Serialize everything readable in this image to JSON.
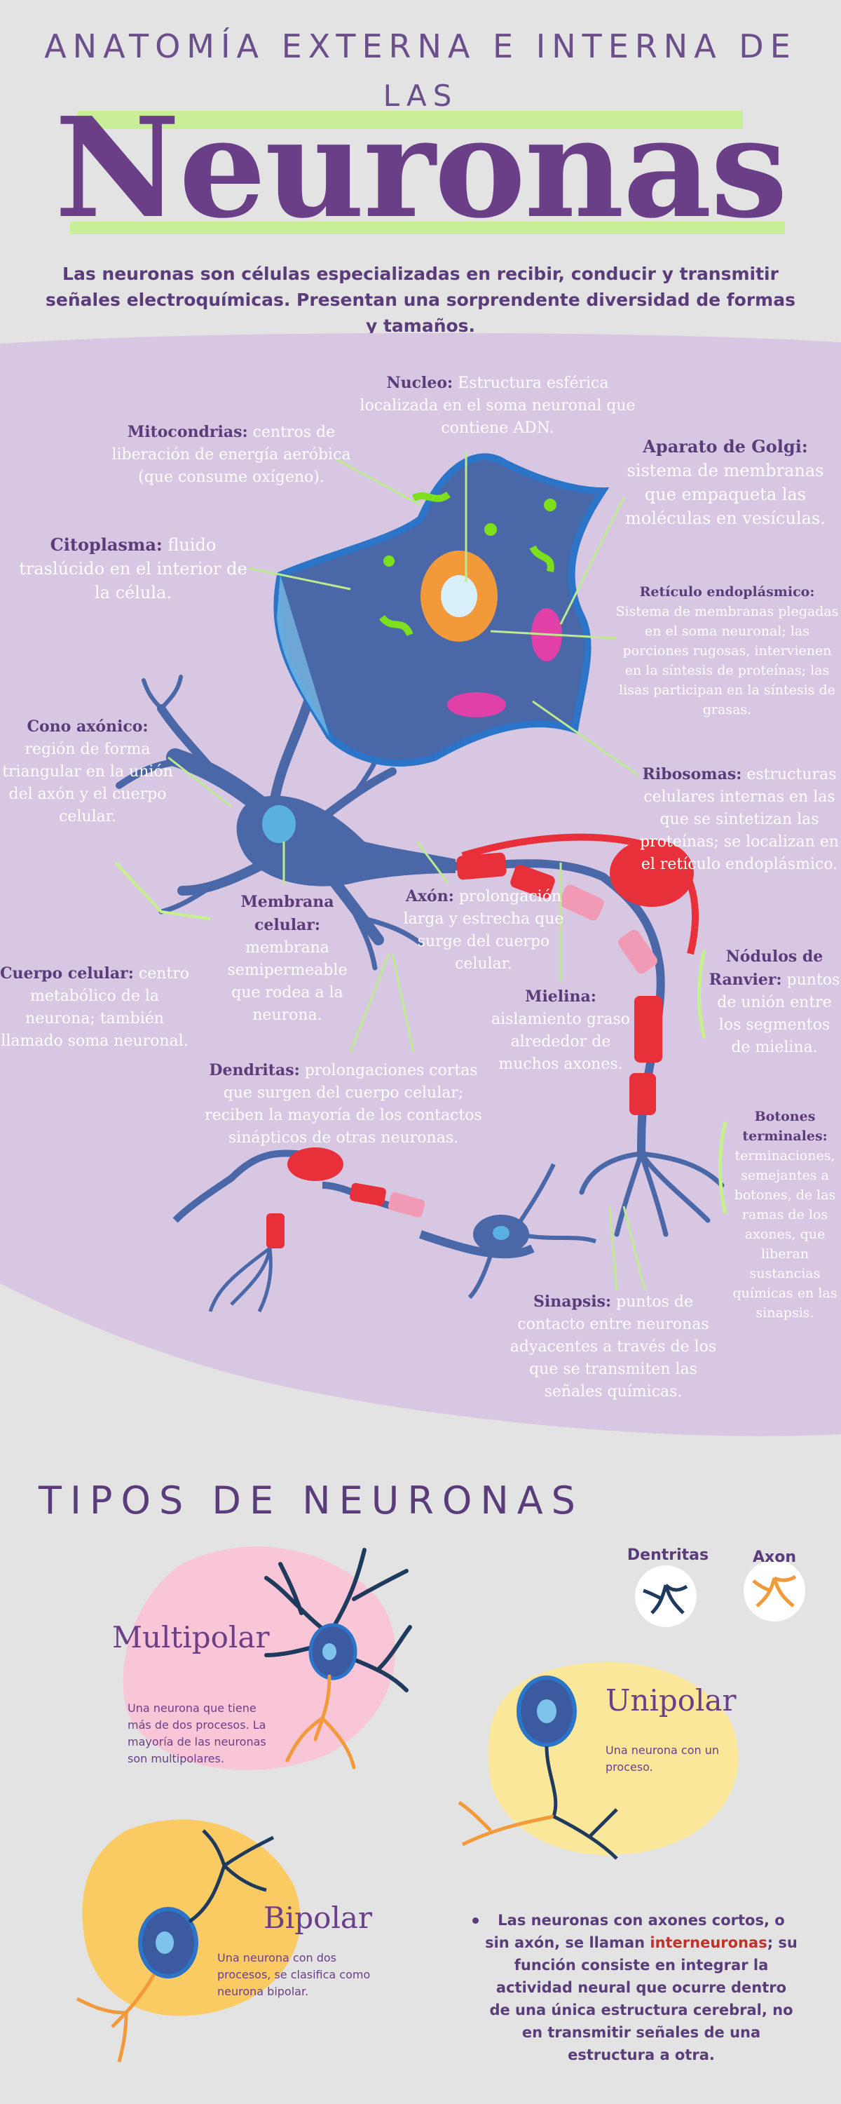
{
  "header": {
    "pre_title": "ANATOMÍA EXTERNA E INTERNA DE",
    "pre_title_2": "LAS",
    "title": "Neuronas",
    "intro": "Las neuronas son células especializadas en recibir, conducir y transmitir señales electroquímicas. Presentan una sorprendente diversidad de formas y tamaños."
  },
  "labels": {
    "nucleo": {
      "term": "Nucleo:",
      "text": " Estructura esférica localizada en el soma neuronal que contiene ADN."
    },
    "mitocondrias": {
      "term": "Mitocondrias:",
      "text": " centros de liberación de energía aeróbica (que consume oxígeno)."
    },
    "golgi": {
      "term": "Aparato de Golgi:",
      "text": " sistema de membranas que empaqueta las moléculas en vesículas."
    },
    "citoplasma": {
      "term": "Citoplasma:",
      "text": " fluido traslúcido en el interior de la célula."
    },
    "reticulo": {
      "term": "Retículo endoplásmico:",
      "text": " Sistema de membranas plegadas en el soma neuronal; las porciones rugosas, intervienen en la síntesis de proteínas; las lisas participan en la síntesis de grasas."
    },
    "cono": {
      "term": "Cono axónico:",
      "text": " región de forma triangular en la unión del axón y el cuerpo celular."
    },
    "ribosomas": {
      "term": "Ribosomas:",
      "text": " estructuras celulares internas en las que se sintetizan las proteínas; se localizan en el retículo endoplásmico."
    },
    "membrana": {
      "term": "Membrana celular:",
      "text": " membrana semipermeable que rodea a la neurona."
    },
    "axon": {
      "term": "Axón:",
      "text": " prolongación larga y estrecha que surge del cuerpo celular."
    },
    "nodulos": {
      "term": "Nódulos de Ranvier:",
      "text": " puntos de unión entre los segmentos de mielina."
    },
    "cuerpo": {
      "term": "Cuerpo celular:",
      "text": " centro metabólico de la neurona; también llamado soma neuronal."
    },
    "mielina": {
      "term": "Mielina:",
      "text": " aislamiento graso alrededor de muchos axones."
    },
    "dendritas": {
      "term": "Dendritas:",
      "text": " prolongaciones cortas que surgen del cuerpo celular; reciben la mayoría de los contactos sinápticos de otras neuronas."
    },
    "botones": {
      "term": "Botones terminales:",
      "text": " terminaciones, semejantes a botones, de las ramas de los axones, que liberan sustancias químicas en las sinapsis."
    },
    "sinapsis": {
      "term": "Sinapsis:",
      "text": " puntos de contacto entre neuronas adyacentes a través de los que se transmiten las señales químicas."
    }
  },
  "types": {
    "title": "TIPOS DE NEURONAS",
    "legend": {
      "dendritas": "Dentritas",
      "axon": "Axon"
    },
    "multipolar": {
      "name": "Multipolar",
      "desc": "Una neurona que tiene más de dos procesos. La mayoría de las neuronas son multipolares."
    },
    "unipolar": {
      "name": "Unipolar",
      "desc": "Una neurona con un proceso."
    },
    "bipolar": {
      "name": "Bipolar",
      "desc": "Una neurona con dos procesos, se clasifica como neurona bipolar."
    },
    "note_before": "Las neuronas con axones cortos, o sin axón, se llaman ",
    "note_highlight": "interneuronas",
    "note_after": "; su función consiste en integrar la actividad neural que ocurre dentro de una única estructura cerebral, no en transmitir señales de una estructura a otra."
  },
  "colors": {
    "purple_text": "#6a3f87",
    "panel_lavender": "#d8c7e2",
    "highlight_green": "#c8ef98",
    "neuron_blue": "#4a67a8",
    "myelin_red": "#e8303a",
    "orange_axon": "#f2993a",
    "dark_navy_dendrite": "#1e3a5c",
    "interneuron_red": "#c0312b"
  },
  "icons": [
    "neuron-anatomy-illustration",
    "multipolar-neuron-icon",
    "unipolar-neuron-icon",
    "bipolar-neuron-icon",
    "dendrite-legend-icon",
    "axon-legend-icon"
  ]
}
